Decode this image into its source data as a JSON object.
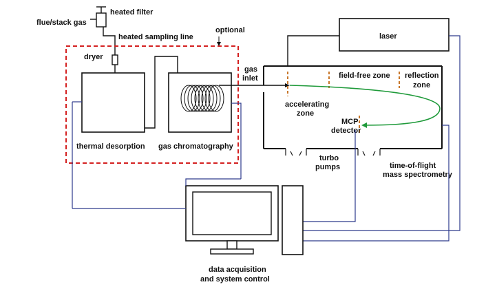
{
  "labels": {
    "heated_filter": "heated filter",
    "flue_stack_gas": "flue/stack gas",
    "heated_sampling_line": "heated sampling line",
    "optional": "optional",
    "dryer": "dryer",
    "gas_inlet_line1": "gas",
    "gas_inlet_line2": "inlet",
    "laser": "laser",
    "field_free_zone": "field-free zone",
    "reflection_line1": "reflection",
    "reflection_line2": "zone",
    "accelerating_line1": "accelerating",
    "accelerating_line2": "zone",
    "mcp_line1": "MCP",
    "mcp_line2": "detector",
    "thermal_desorption": "thermal desorption",
    "gas_chromatography": "gas chromatography",
    "turbo_line1": "turbo",
    "turbo_line2": "pumps",
    "tof_line1": "time-of-flight",
    "tof_line2": "mass spectrometry",
    "daq_line1": "data acquisition",
    "daq_line2": "and system control"
  },
  "colors": {
    "line": "#111111",
    "optional_box": "#d42020",
    "ion_path": "#1f9a3a",
    "cable": "#2d3a8c",
    "zone_marker": "#c8772a"
  }
}
